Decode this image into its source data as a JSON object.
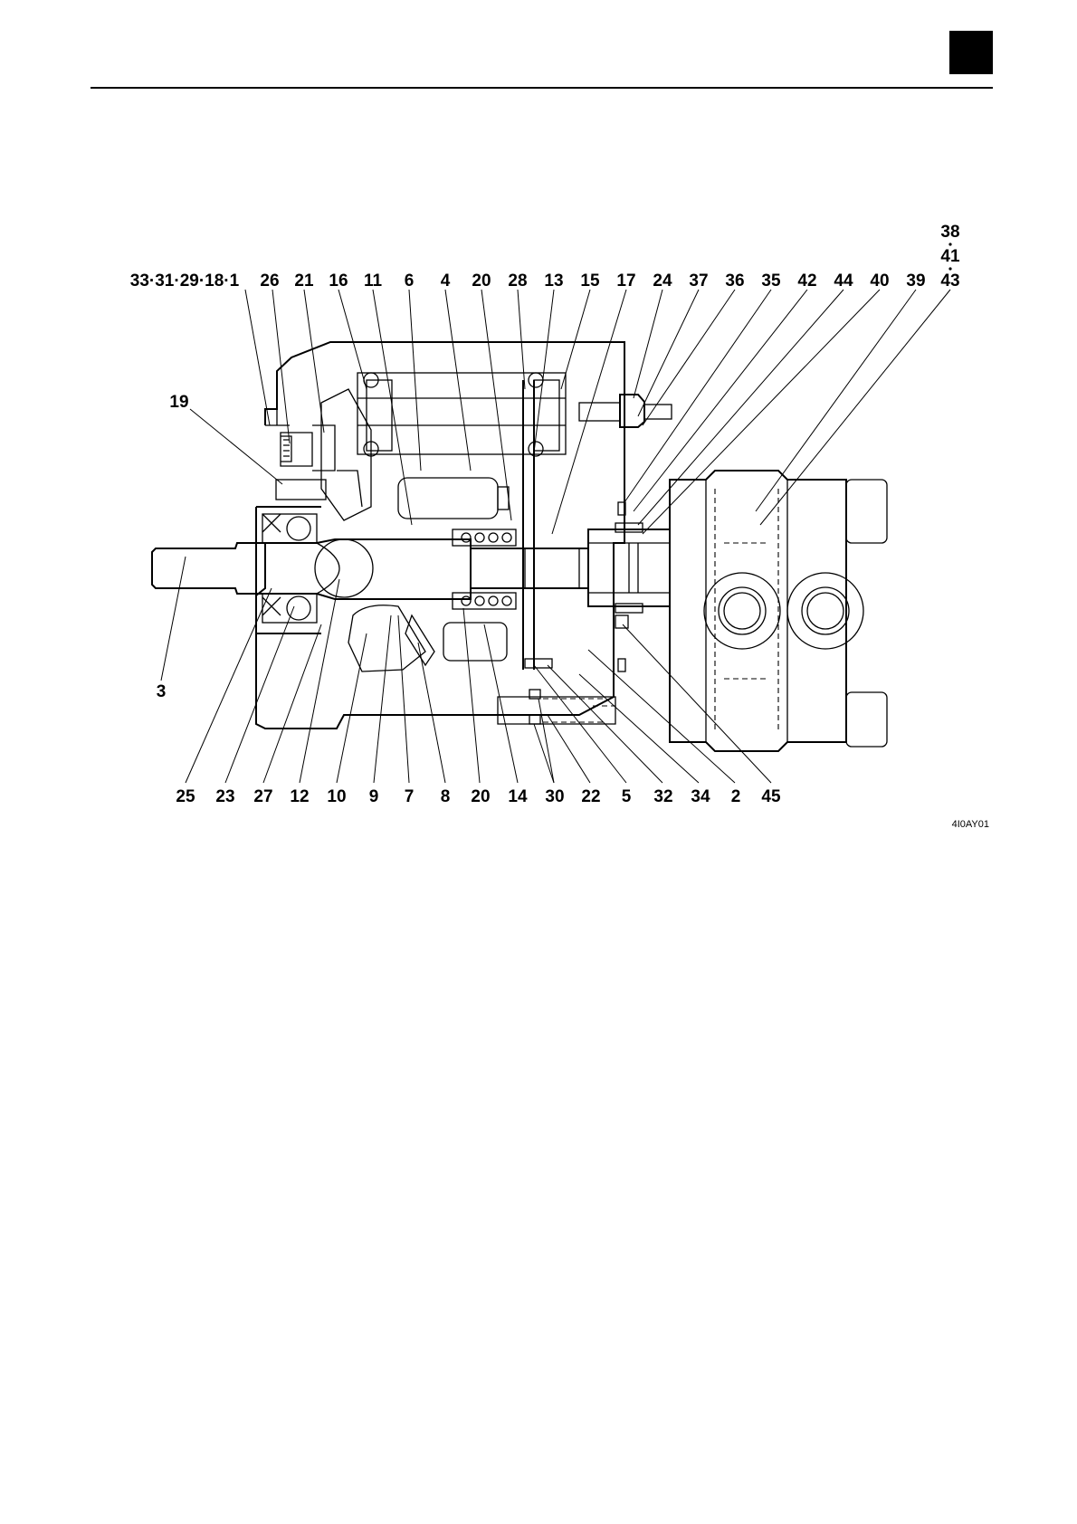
{
  "figure_ref": "4I0AY01",
  "top_labels": [
    "33·31·29·18·1",
    "26",
    "21",
    "16",
    "11",
    "6",
    "4",
    "20",
    "28",
    "13",
    "15",
    "17",
    "24",
    "37",
    "36",
    "35",
    "42",
    "44",
    "40",
    "39",
    "43"
  ],
  "stack_labels": [
    "38",
    "41"
  ],
  "side_labels": [
    "19",
    "3"
  ],
  "bottom_labels": [
    "25",
    "23",
    "27",
    "12",
    "10",
    "9",
    "7",
    "8",
    "20",
    "14",
    "30",
    "22",
    "5",
    "32",
    "34",
    "2",
    "45"
  ]
}
